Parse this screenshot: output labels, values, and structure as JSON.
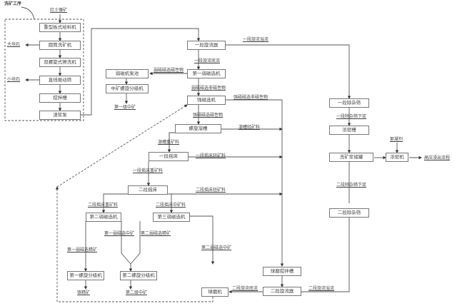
{
  "diagram": {
    "section_label": "洗矿工序",
    "source": "红土镍矿",
    "washing": {
      "feeder": "重型板式给料机",
      "drum_washer": "圆筒洗矿机",
      "double_screw": "双螺旋式擦洗机",
      "linear_screen": "直线振动筛",
      "stir_tank": "搅拌槽",
      "slurry_pump": "渣浆泵",
      "big_stone": "大块石",
      "small_stone": "小块石"
    },
    "cyclone1": "一段旋流器",
    "cyclone1_overflow": "一段旋流溢流",
    "cyclone1_underflow": "一段旋流底流",
    "weak_mag1": "第一弱磁选机",
    "weak_mag_mag": "弱磁磁选磁性物",
    "weak_mag_nonmag": "弱磁磁选非磁性物",
    "mag_mixer": "弱磁机泵池",
    "mid_spiral_classifier": "中矿螺旋分级机",
    "first_mid": "第一级中矿",
    "strong_mag": "强磁选机",
    "strong_mag_nonmag": "强磁磁选非磁性物",
    "strong_mag_mag": "强磁磁选磁性物",
    "spiral_chute": "螺旋溜槽",
    "chute_light": "溜槽轻矿料",
    "chute_heavy": "溜槽重矿料",
    "shaker1": "一段摇床",
    "shaker1_light": "一段摇床轻矿料",
    "shaker1_heavy": "一段摇床重矿料",
    "shaker2": "二段摇床",
    "shaker2_light": "二段摇床轻矿料",
    "shaker2_heavy": "二段摇床重矿料",
    "shaker2_mid": "二段摇床中矿料",
    "weak_mag2": "第二弱磁选机",
    "weak_mag3": "第三弱磁选机",
    "wm1_mid": "第一弱磁选中矿",
    "wm2_conc": "第二弱磁选精矿",
    "wm1_conc": "第一弱磁选精矿",
    "wm2_mid": "第二弱磁选中矿",
    "spiral_classifier1": "第一螺旋分级机",
    "spiral_classifier2": "第二螺旋分级机",
    "concentrate": "铬精矿",
    "second_mid": "第二级中矿",
    "ball_mill": "球磨机",
    "ball_mill_tank": "球磨搅拌槽",
    "cyclone2": "二段旋流器",
    "cyclone2_underflow": "二段旋流底流",
    "cyclone2_overflow": "二段旋流溢流",
    "screen1": "一段除杂筛",
    "screen1_under": "一段除杂筛下浆",
    "screen2": "二段除杂筛",
    "screen2_under": "二段除杂筛下浆",
    "thickener": "浓密槽",
    "storage_tank": "洗矿浆储罐",
    "flocculant": "絮凝剂",
    "thickener_machine": "浓密机",
    "hpal": "高压浸出流程"
  }
}
